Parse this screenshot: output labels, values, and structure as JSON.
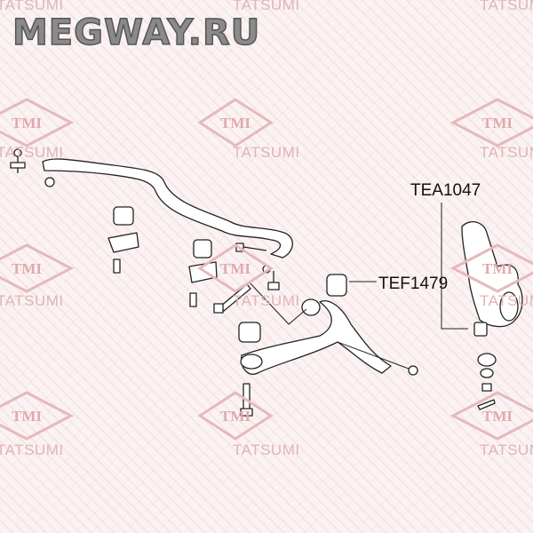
{
  "watermark": {
    "brand_site": "MEGWAY.RU",
    "tatsumi": "TATSUMI",
    "tmi": "TMI"
  },
  "labels": {
    "knuckle": "TEA1047",
    "bushing": "TEF1479"
  },
  "colors": {
    "watermark": "#e0b4b6",
    "line": "#222222"
  }
}
